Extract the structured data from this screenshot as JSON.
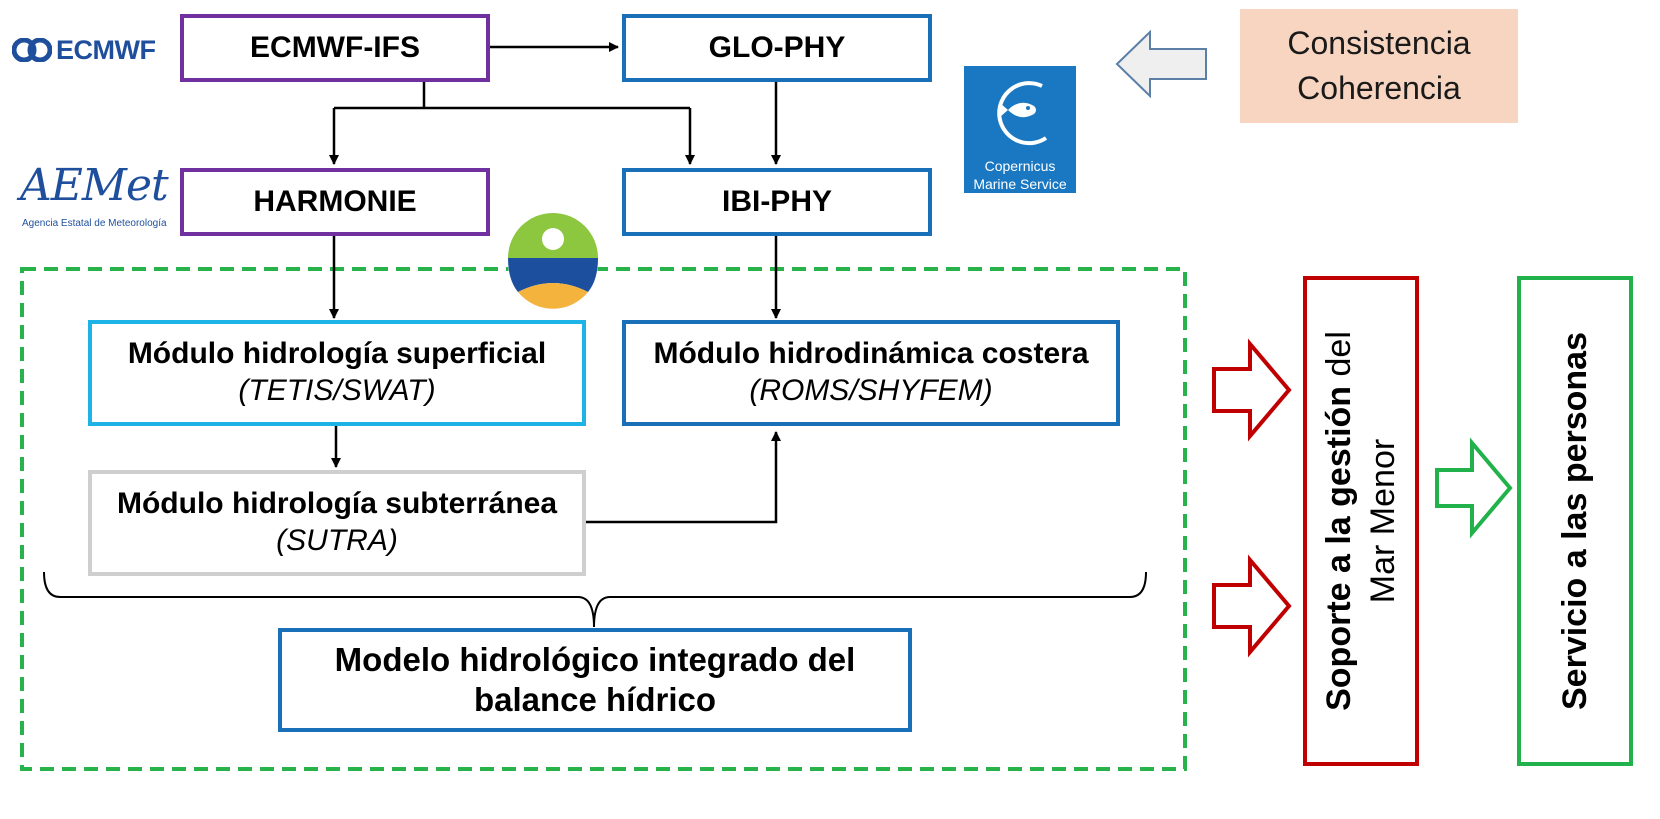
{
  "logos": {
    "ecmwf": "ECMWF",
    "aemet": "AEMet",
    "aemet_sub": "Agencia Estatal de Meteorología",
    "copernicus_line1": "Copernicus",
    "copernicus_line2": "Marine Service"
  },
  "nodes": {
    "ecmwf_ifs": "ECMWF-IFS",
    "glo_phy": "GLO-PHY",
    "harmonie": "HARMONIE",
    "ibi_phy": "IBI-PHY",
    "surface": {
      "title": "Módulo hidrología superficial",
      "sub": "(TETIS/SWAT)"
    },
    "coastal": {
      "title": "Módulo hidrodinámica costera",
      "sub": "(ROMS/SHYFEM)"
    },
    "ground": {
      "title": "Módulo hidrología subterránea",
      "sub": "(SUTRA)"
    },
    "integrated": {
      "line1": "Modelo hidrológico integrado del",
      "line2": "balance hídrico"
    }
  },
  "note": {
    "line1": "Consistencia",
    "line2": "Coherencia"
  },
  "outputs": {
    "management": {
      "bold": "Soporte a la gestión",
      "rest": " del",
      "line2": "Mar Menor"
    },
    "service": "Servicio a las personas"
  },
  "colors": {
    "purple": "#7030a0",
    "blue": "#1a6fb9",
    "light_blue": "#1db3e6",
    "grey": "#cfcfcf",
    "green_dashed": "#27b34a",
    "red": "#c00000",
    "green": "#22b24c",
    "note_bg": "#f8d5c0"
  }
}
